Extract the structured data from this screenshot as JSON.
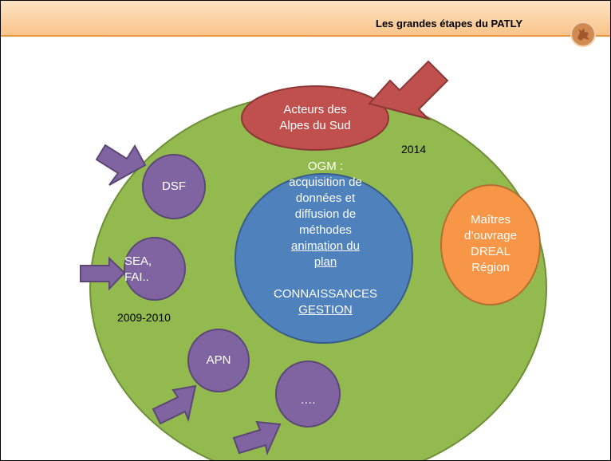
{
  "header": {
    "title": "Les grandes étapes du PATLY"
  },
  "colors": {
    "outer": "#92ba4e",
    "center": "#4f81bd",
    "actors": "#c0504d",
    "maitres": "#f79646",
    "purple": "#8064a2",
    "header_bg": "#fad2a3"
  },
  "actors": {
    "line1": "Acteurs des",
    "line2": "Alpes du Sud"
  },
  "year_2014": "2014",
  "year_2009": "2009-2010",
  "center": {
    "line1": "OGM :",
    "line2": "acquisition de",
    "line3": "données  et",
    "line4": "diffusion de",
    "line5": "méthodes",
    "line6": "animation du",
    "line7": "plan",
    "line8": "CONNAISSANCES",
    "line9": "GESTION"
  },
  "maitres": {
    "line1": "Maîtres",
    "line2": "d’ouvrage",
    "line3": "DREAL",
    "line4": "Région"
  },
  "dsf": "DSF",
  "sea": {
    "line1": "SEA,",
    "line2": "FAI.."
  },
  "apn": "APN",
  "dots": "…."
}
